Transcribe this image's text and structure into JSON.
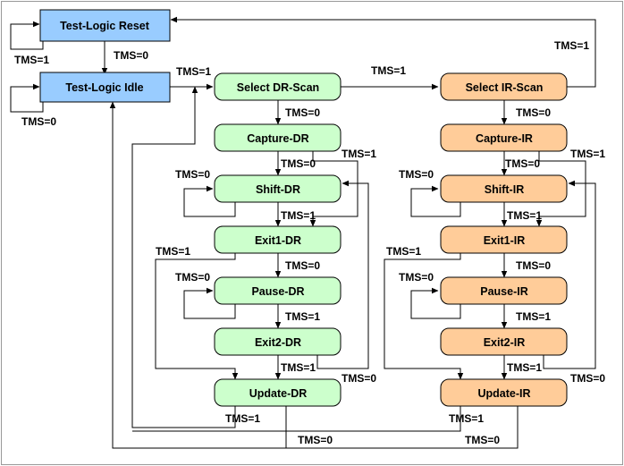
{
  "colors": {
    "idle_reset": "#99ccff",
    "dr_column": "#ccffcc",
    "ir_column": "#ffcc99",
    "line": "#000000",
    "frame": "#999999"
  },
  "states": {
    "test_logic_reset": "Test-Logic Reset",
    "test_logic_idle": "Test-Logic Idle",
    "select_dr_scan": "Select DR-Scan",
    "capture_dr": "Capture-DR",
    "shift_dr": "Shift-DR",
    "exit1_dr": "Exit1-DR",
    "pause_dr": "Pause-DR",
    "exit2_dr": "Exit2-DR",
    "update_dr": "Update-DR",
    "select_ir_scan": "Select IR-Scan",
    "capture_ir": "Capture-IR",
    "shift_ir": "Shift-IR",
    "exit1_ir": "Exit1-IR",
    "pause_ir": "Pause-IR",
    "exit2_ir": "Exit2-IR",
    "update_ir": "Update-IR"
  },
  "transition_labels": {
    "tms0": "TMS=0",
    "tms1": "TMS=1"
  }
}
